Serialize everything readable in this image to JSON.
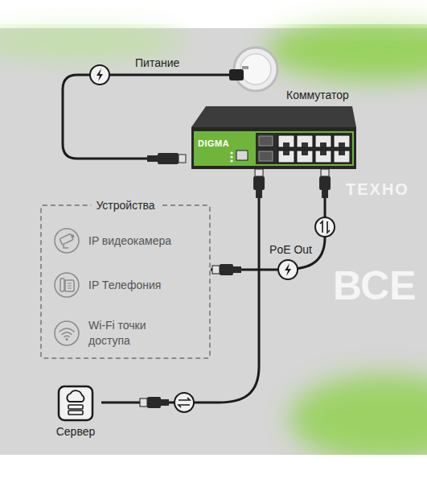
{
  "diagram": {
    "nodes": [
      {
        "text": [
          "Коммутатор",
          "DIGMA"
        ]
      },
      {
        "text": [
          "Устройства"
        ]
      },
      {
        "text": [
          "IP видеокамера"
        ],
        "in": 1
      },
      {
        "text": [
          "IP Телефония"
        ],
        "in": 1
      },
      {
        "text": [
          "Wi-Fi точки доступа"
        ],
        "in": 1
      },
      {
        "text": [
          "Сервер"
        ]
      }
    ],
    "edges": [
      {
        "from": 0,
        "to": 1,
        "arrow": "none",
        "label": "PoE Out"
      },
      {
        "from": 0,
        "to": 5,
        "arrow": "none"
      }
    ],
    "labels": [
      "Питание",
      "ТЕХНО",
      "ВСЕ"
    ]
  }
}
